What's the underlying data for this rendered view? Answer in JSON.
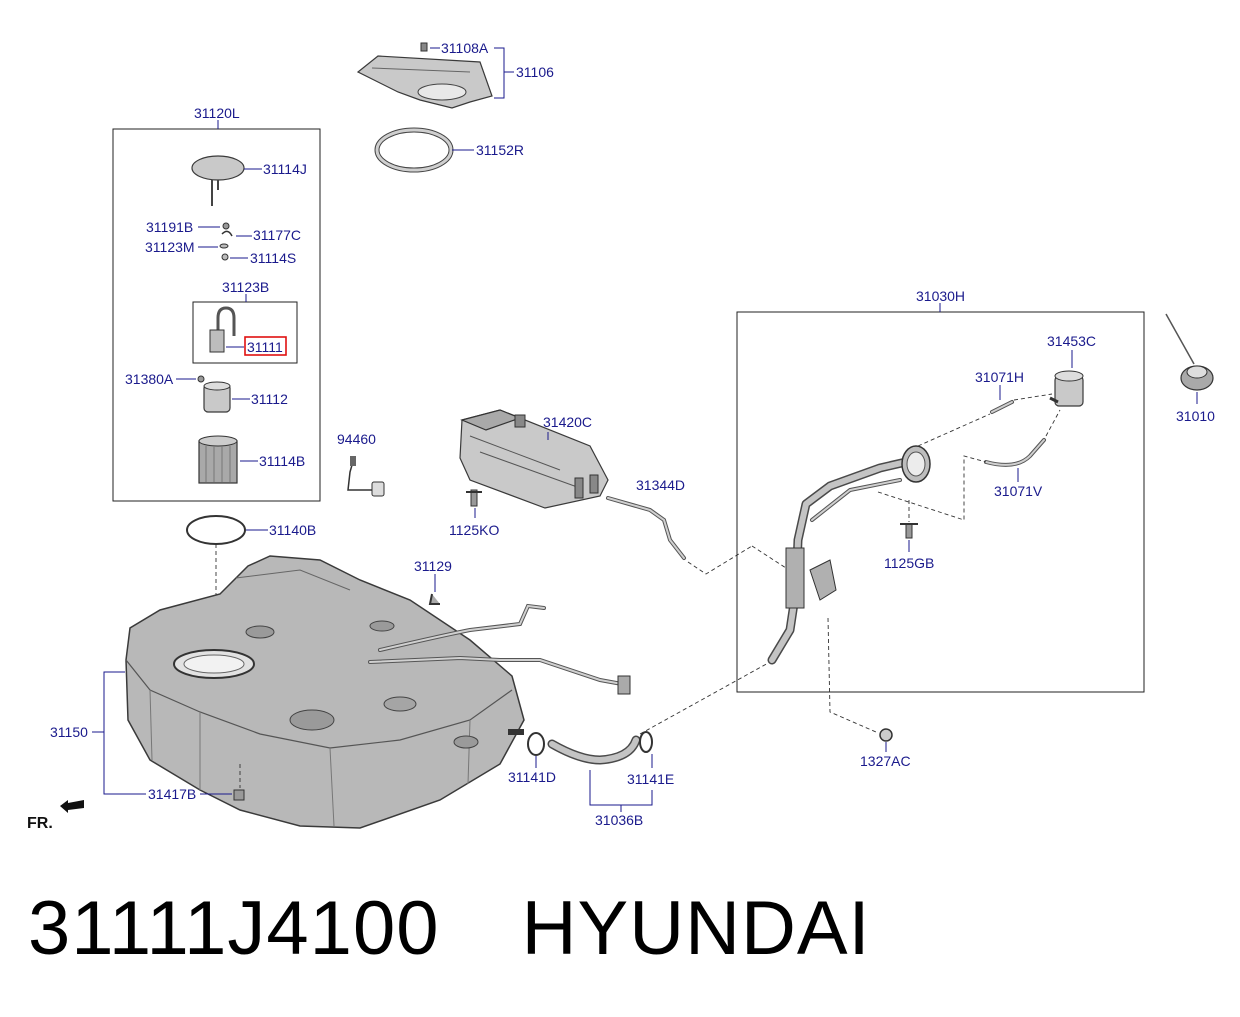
{
  "labels": {
    "p31108A": "31108A",
    "p31106": "31106",
    "p31152R": "31152R",
    "p31120L": "31120L",
    "p31114J": "31114J",
    "p31191B": "31191B",
    "p31177C": "31177C",
    "p31123M": "31123M",
    "p31114S": "31114S",
    "p31123B": "31123B",
    "p31111": "31111",
    "p31380A": "31380A",
    "p31112": "31112",
    "p31114B": "31114B",
    "p94460": "94460",
    "p31420C": "31420C",
    "p1125KO": "1125KO",
    "p31344D": "31344D",
    "p31140B": "31140B",
    "p31129": "31129",
    "p31150": "31150",
    "p31417B": "31417B",
    "p31141D": "31141D",
    "p31141E": "31141E",
    "p31036B": "31036B",
    "p31030H": "31030H",
    "p31453C": "31453C",
    "p31071H": "31071H",
    "p31071V": "31071V",
    "p1125GB": "1125GB",
    "p1327AC": "1327AC",
    "p31010": "31010",
    "fr": "FR."
  },
  "highlight_color": "#e01010",
  "label_color": "#1a1a8c",
  "footer": {
    "part_number": "31111J4100",
    "brand": "HYUNDAI"
  }
}
